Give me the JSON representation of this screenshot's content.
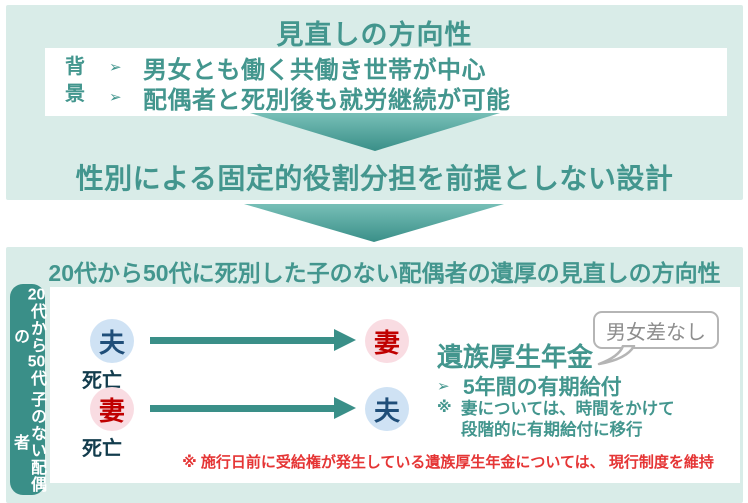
{
  "top": {
    "title": "見直しの方向性",
    "background_label": "背景",
    "bullet_marker": "➢",
    "bullets": [
      "男女とも働く共働き世帯が中心",
      "配偶者と死別後も就労継続が可能"
    ],
    "conclusion": "性別による固定的役割分担を前提としない設計"
  },
  "bottom": {
    "header": "20代から50代に死別した子のない配偶者の遺厚の見直しの方向性",
    "side_label_columns": [
      "20代から50代の",
      "子のない配偶者"
    ],
    "rows": [
      {
        "from": "夫",
        "death": "死亡",
        "to": "妻"
      },
      {
        "from": "妻",
        "death": "死亡",
        "to": "夫"
      }
    ],
    "bubble": "男女差なし",
    "pension_title": "遺族厚生年金",
    "point_marker": "➢",
    "point": "5年間の有期給付",
    "note_marker": "※",
    "note_lines": [
      "妻については、時間をかけて",
      "段階的に有期給付に移行"
    ],
    "footnote": "※ 施行日前に受給権が発生している遺族厚生年金については、 現行制度を維持"
  },
  "colors": {
    "mint_background": "#d9ece8",
    "teal_text": "#43968e",
    "arrow_gradient_top": "#77bfb7",
    "arrow_gradient_bottom": "#3a8f88",
    "sidebar_teal": "#3a8f88",
    "husband_circle_bg": "#cfe2f4",
    "husband_text": "#1f4e79",
    "wife_circle_bg": "#f9dce2",
    "wife_text": "#c00000",
    "death_text": "#123c4d",
    "bubble_border": "#b5b5b5",
    "bubble_text": "#8e8e8e",
    "footnote_red": "#e53535"
  }
}
